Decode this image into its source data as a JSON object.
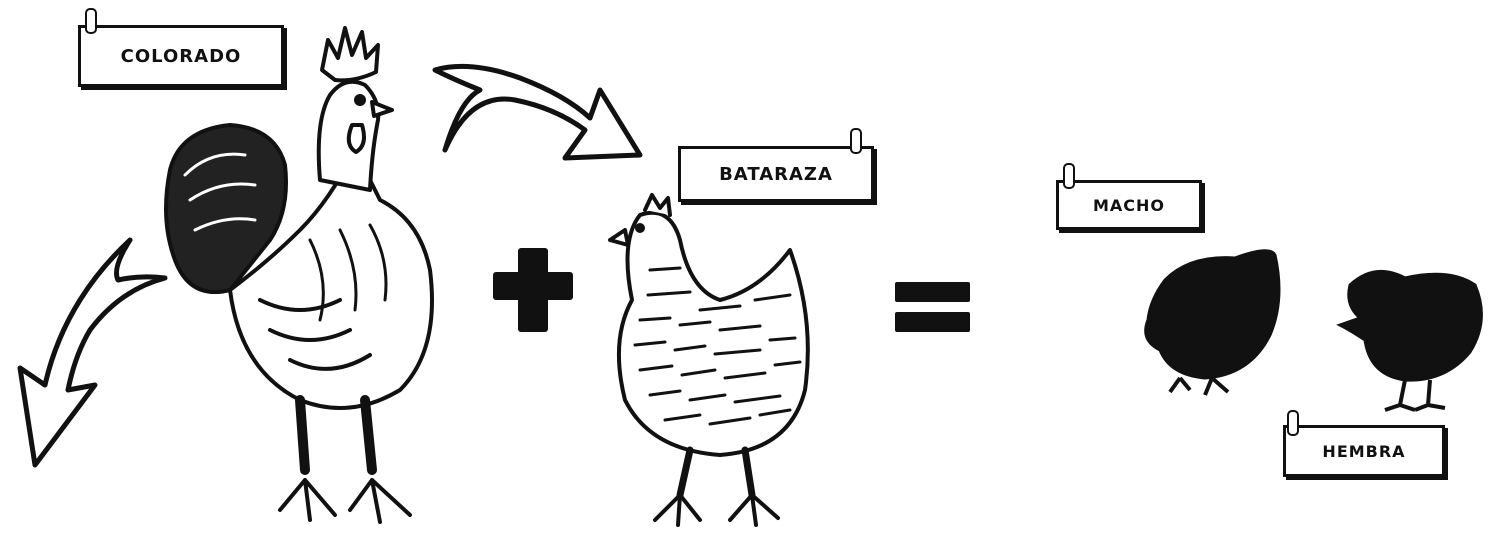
{
  "labels": {
    "sire": "COLORADO",
    "dam": "BATARAZA",
    "male_chick": "MACHO",
    "female_chick": "HEMBRA"
  },
  "operators": {
    "plus": "+",
    "equals": "="
  },
  "colors": {
    "ink": "#111111",
    "background": "#ffffff"
  }
}
